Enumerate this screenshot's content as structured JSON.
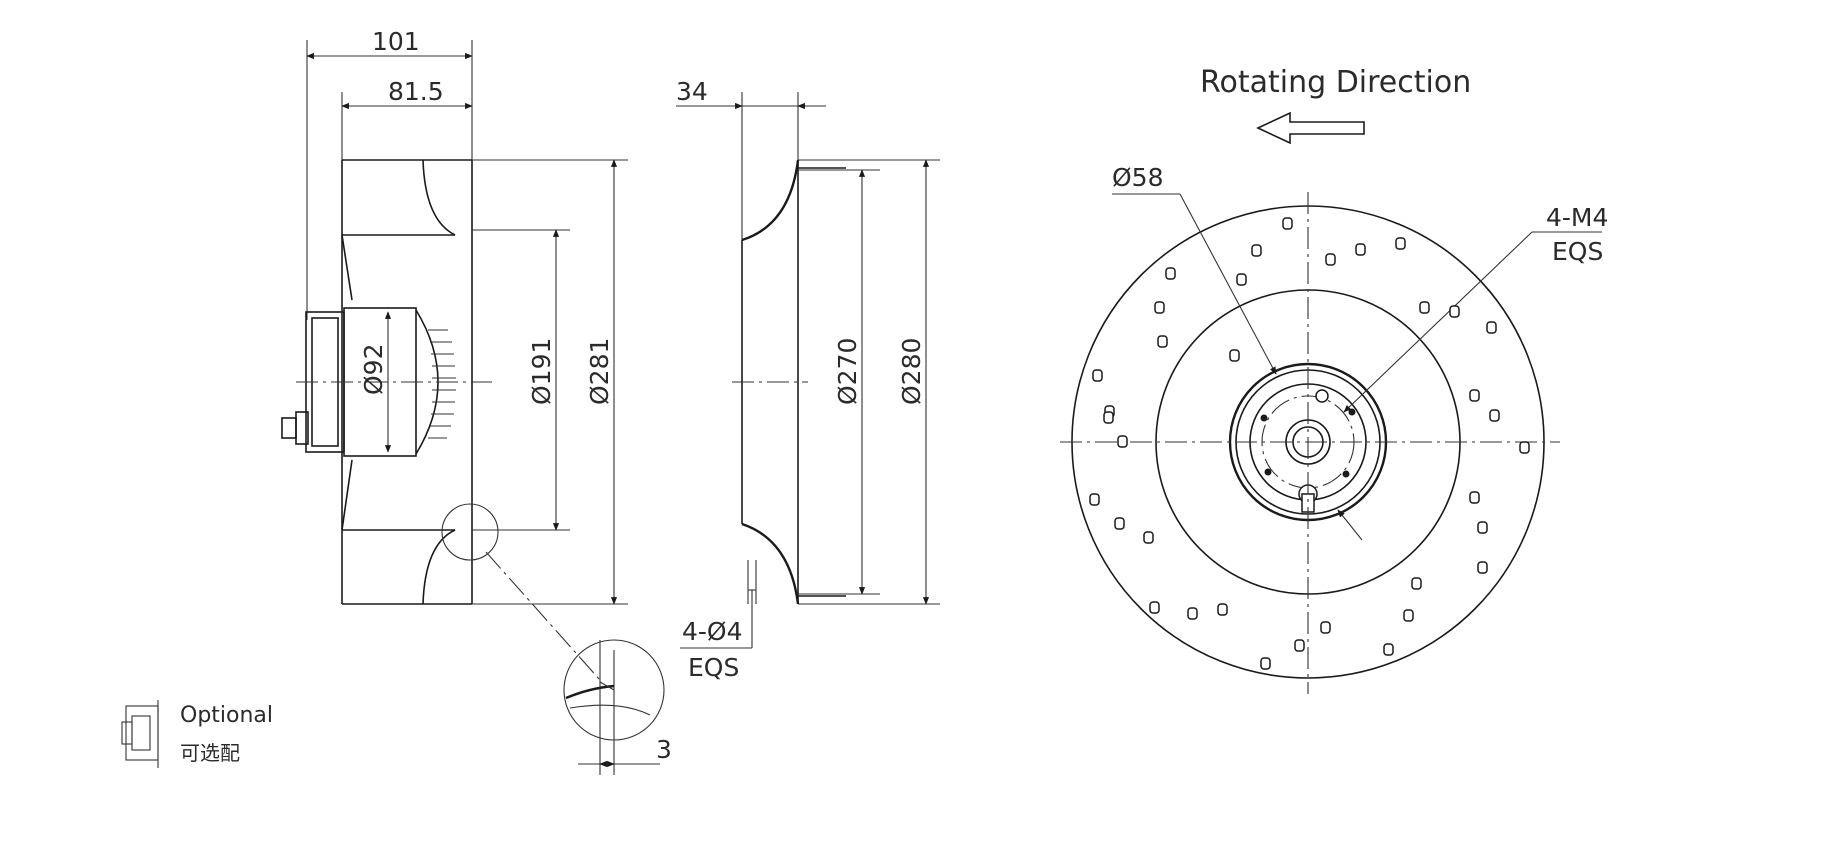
{
  "side_view": {
    "dim_overall_length": "101",
    "dim_body_length": "81.5",
    "dim_motor_diameter": "Ø92",
    "dim_inlet_diameter": "Ø191",
    "dim_outer_diameter": "Ø281",
    "detail_gap": "3"
  },
  "inlet_ring": {
    "dim_depth": "34",
    "dim_inner_diameter": "Ø270",
    "dim_outer_diameter": "Ø280",
    "holes_label": "4-Ø4",
    "holes_note": "EQS"
  },
  "front_view": {
    "rotation_label": "Rotating Direction",
    "dim_hub_diameter": "Ø58",
    "screws_label": "4-M4",
    "screws_note": "EQS"
  },
  "legend": {
    "optional_en": "Optional",
    "optional_cn": "可选配"
  }
}
